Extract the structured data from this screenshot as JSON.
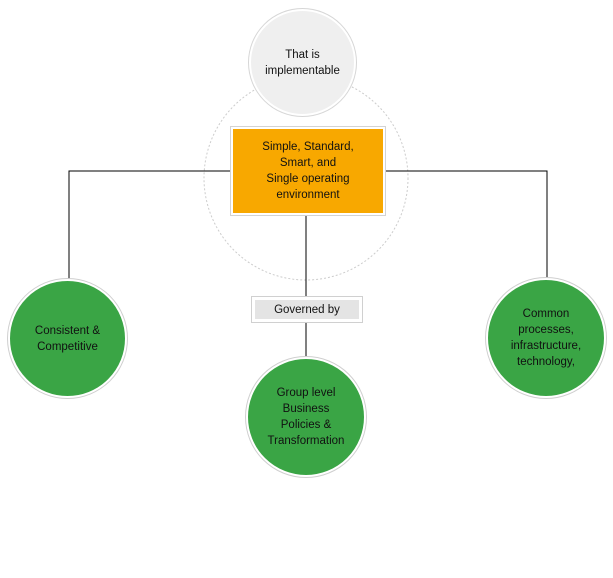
{
  "diagram": {
    "colors": {
      "top_node": "#efefef",
      "center_node": "#f8a800",
      "governed_box": "#e4e4e4",
      "leaf_nodes": "#3aa545",
      "connectors": "#000000",
      "ring": "#cccccc"
    },
    "top_node": {
      "text": "That is\nimplementable"
    },
    "center_node": {
      "text": "Simple, Standard,\nSmart, and\nSingle operating\nenvironment"
    },
    "governed_box": {
      "text": "Governed by"
    },
    "left_node": {
      "text": "Consistent &\nCompetitive"
    },
    "bottom_node": {
      "text": "Group level\nBusiness\nPolicies &\nTransformation"
    },
    "right_node": {
      "text": "Common\nprocesses,\ninfrastructure,\ntechnology,"
    }
  }
}
